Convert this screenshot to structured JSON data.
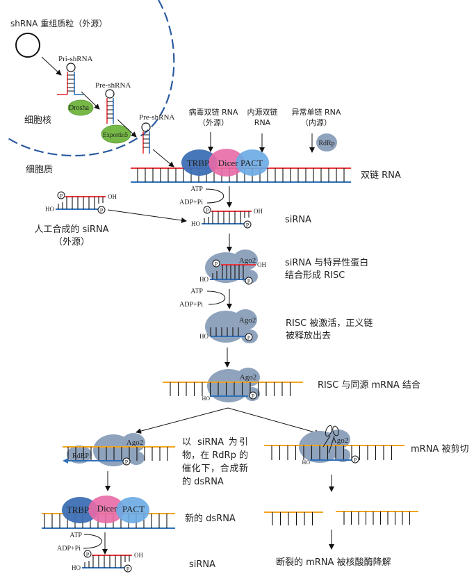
{
  "colors": {
    "sense_strand": "#e8343a",
    "antisense_strand": "#2f6fb8",
    "mrna_strand": "#f2a51f",
    "nuclear_membrane": "#2a5aa0",
    "protein_green": "#76b847",
    "trbp": "#3d6fb5",
    "dicer": "#e86aa6",
    "pact": "#6aaae3",
    "risc_gray": "#8fa3bd",
    "rdrp_gray": "#8fa3bd"
  },
  "nucleus": {
    "plasmid_label": "shRNA 重组质粒（外源）",
    "pri_shrna_label": "Pri-shRNA",
    "pre_shrna_label_1": "Pre-shRNA",
    "pre_shrna_label_2": "Pre-shRNA",
    "drosha_label": "Drosha",
    "exportin_label": "Exportin5",
    "nucleus_label": "细胞核",
    "cytoplasm_label": "细胞质"
  },
  "sources": {
    "viral_dsrna": [
      "病毒双链 RNA",
      "（外源）"
    ],
    "endogenous_dsrna": [
      "内源双链",
      "RNA"
    ],
    "aberrant_ssrna": [
      "异常单链 RNA",
      "（内源）"
    ],
    "rdrp_label": "RdRp"
  },
  "dicer_complex": {
    "trbp": "TRBP",
    "dicer": "Dicer",
    "pact": "PACT"
  },
  "energy": {
    "atp": "ATP",
    "adp": "ADP+Pi"
  },
  "ends": {
    "phosphate": "P",
    "hydroxyl": "OH",
    "ho": "HO"
  },
  "synthetic": {
    "label": [
      "人工合成的 siRNA",
      "（外源）"
    ]
  },
  "ago2": "Ago2",
  "rdrp_bound": "RdRP",
  "steps": {
    "dsrna": "双链 RNA",
    "sirna": "siRNA",
    "risc_forming": [
      "siRNA 与特异性蛋白",
      "结合形成 RISC"
    ],
    "risc_activated": [
      "RISC 被激活，正义链",
      "被释放出去"
    ],
    "risc_binding": "RISC 与同源 mRNA 结合",
    "primer_synthesis": [
      "以 siRNA 为引",
      "物，在 RdRp 的",
      "催化下，合成新",
      "的 dsRNA"
    ],
    "mrna_cleaved": "mRNA 被剪切",
    "new_dsrna": "新的 dsRNA",
    "sirna_final": "siRNA",
    "degraded": "断裂的 mRNA 被核酸酶降解"
  }
}
